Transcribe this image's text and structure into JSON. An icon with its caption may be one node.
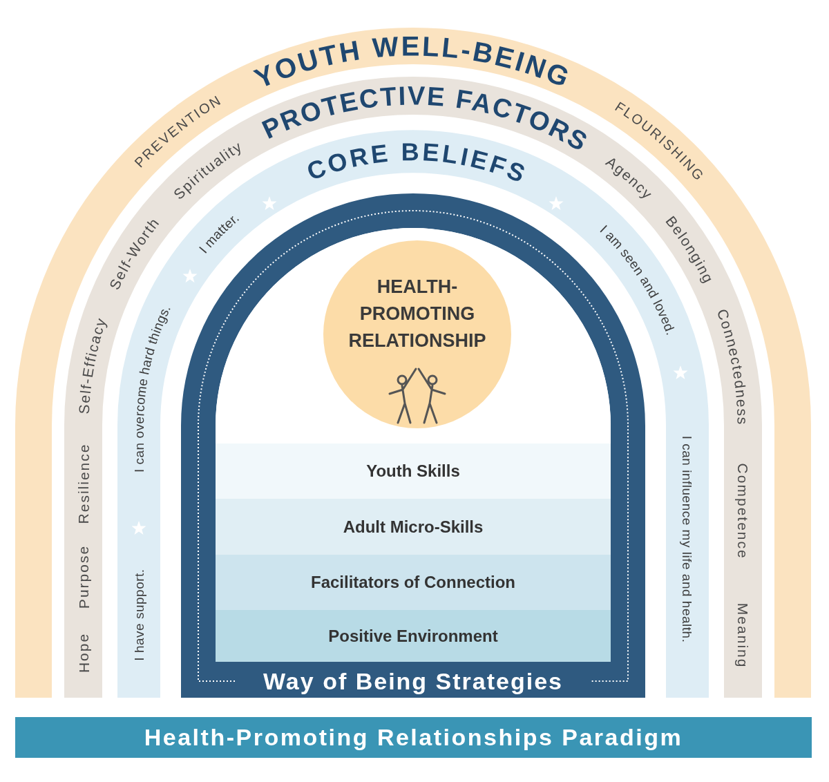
{
  "diagram": {
    "nodes": [
      {
        "text": [
          "YOUTH WELL-BEING"
        ]
      },
      {
        "text": [
          "PROTECTIVE FACTORS"
        ],
        "in": 0
      },
      {
        "text": [
          "CORE BELIEFS"
        ],
        "in": 1
      },
      {
        "text": [
          "Way of Being Strategies"
        ],
        "in": 2
      },
      {
        "text": [
          "HEALTH-PROMOTING RELATIONSHIP"
        ],
        "in": 3
      },
      {
        "text": [
          "Youth Skills"
        ],
        "in": 3
      },
      {
        "text": [
          "Adult Micro-Skills"
        ],
        "in": 3
      },
      {
        "text": [
          "Facilitators of Connection"
        ],
        "in": 3
      },
      {
        "text": [
          "Positive Environment"
        ],
        "in": 3
      },
      {
        "text": [
          "Health-Promoting Relationships Paradigm"
        ]
      }
    ],
    "labels": [
      "PREVENTION",
      "Spirituality",
      "Agency",
      "FLOURISHING",
      "Self-Worth",
      "I matter.",
      "I am seen and loved.",
      "Belonging",
      "Self-Efficacy",
      "I can overcome hard things.",
      "Connectedness",
      "Resilience",
      "I can influence my life and health.",
      "Competence",
      "Purpose",
      "Hope",
      "I have support.",
      "Meaning"
    ]
  }
}
